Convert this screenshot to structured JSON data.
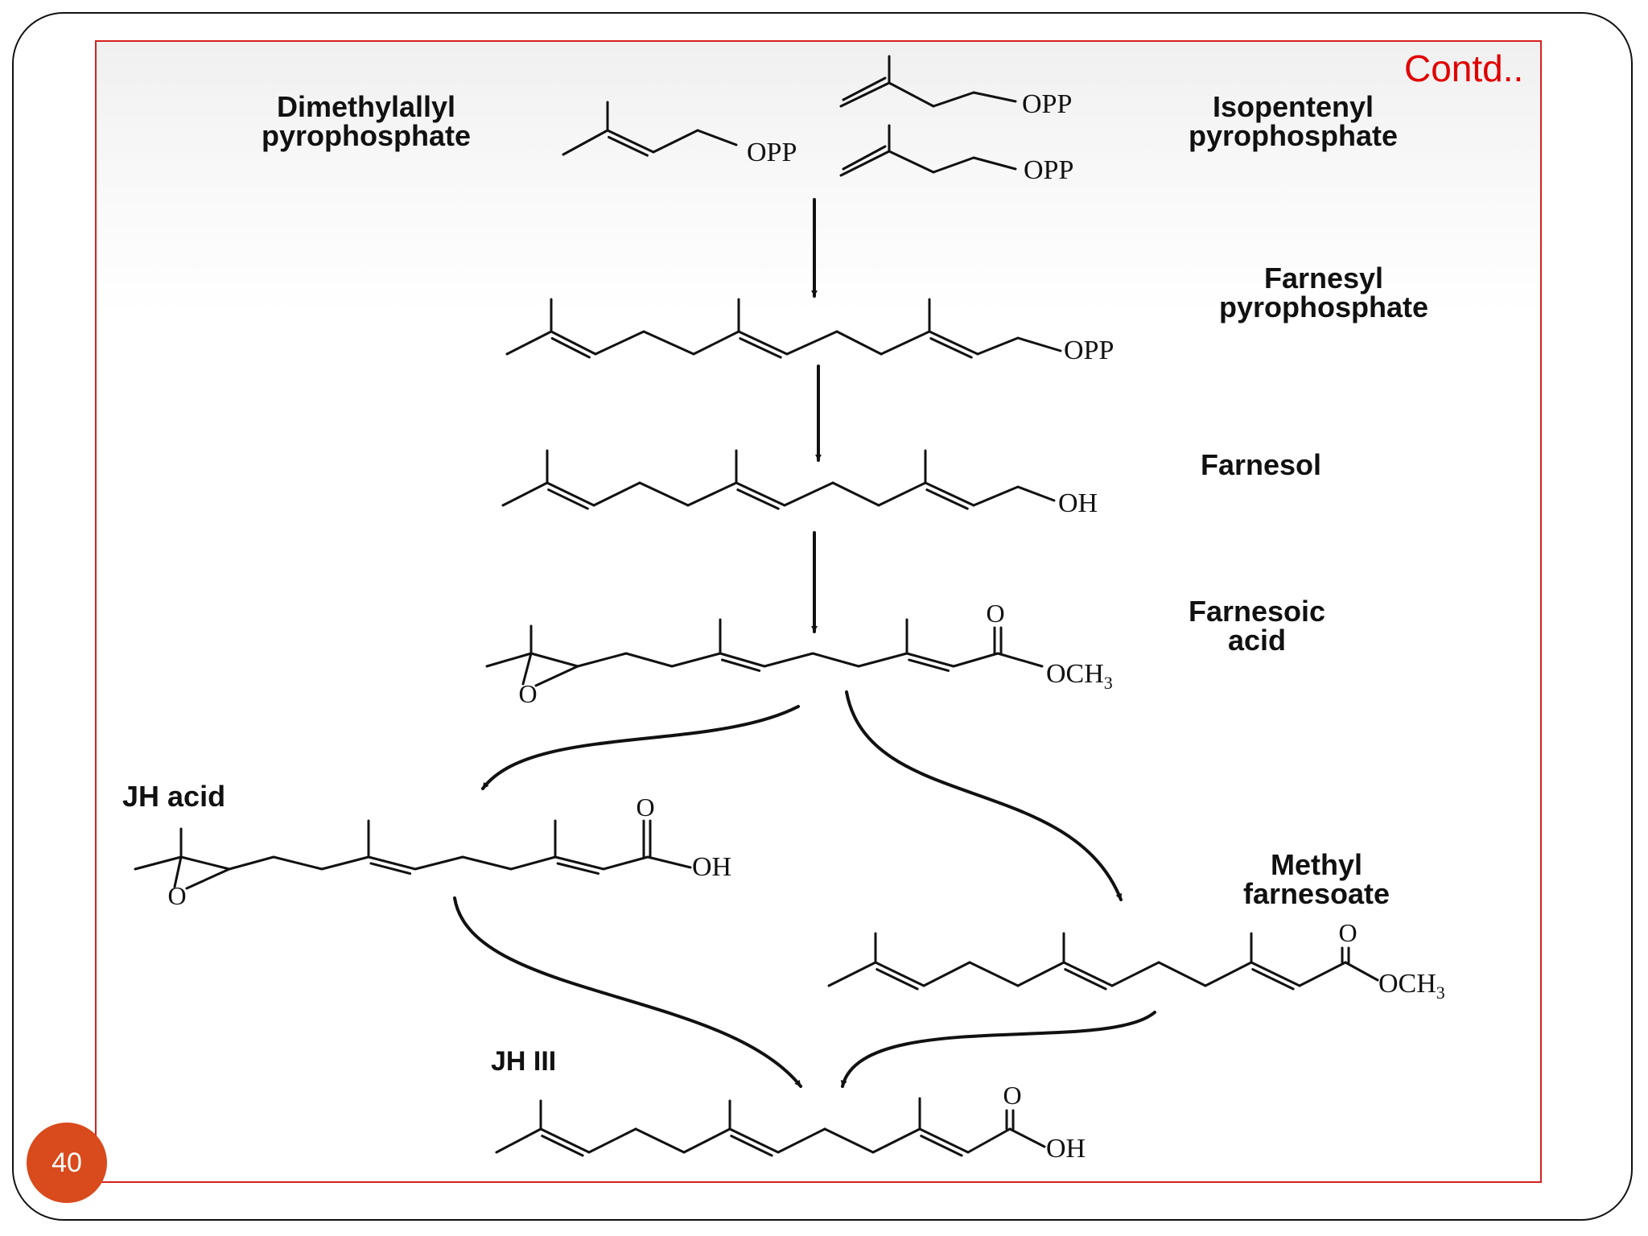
{
  "slide": {
    "continued": "Contd..",
    "page_number": "40"
  },
  "compounds": [
    {
      "name_lines": [
        "Dimethylallyl",
        "pyrophosphate"
      ],
      "groups": [
        "OPP"
      ]
    },
    {
      "name_lines": [
        "Isopentenyl",
        "pyrophosphate"
      ],
      "groups": [
        "OPP",
        "OPP"
      ]
    },
    {
      "name_lines": [
        "Farnesyl",
        "pyrophosphate"
      ],
      "groups": [
        "OPP"
      ]
    },
    {
      "name_lines": [
        "Farnesol"
      ],
      "groups": [
        "OH"
      ]
    },
    {
      "name_lines": [
        "Farnesoic",
        "acid"
      ],
      "groups": [
        "O",
        "OCH",
        "3",
        "O"
      ]
    },
    {
      "name_lines": [
        "JH acid"
      ],
      "groups": [
        "O",
        "OH",
        "O"
      ]
    },
    {
      "name_lines": [
        "Methyl",
        "farnesoate"
      ],
      "groups": [
        "O",
        "OCH",
        "3"
      ]
    },
    {
      "name_lines": [
        "JH III"
      ],
      "groups": [
        "O",
        "OH"
      ]
    }
  ]
}
